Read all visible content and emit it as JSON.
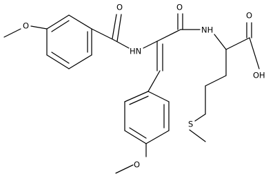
{
  "atom_labels": {
    "methoxy_top_o": "O",
    "amide_carbonyl_o": "O",
    "amide_nh": "HN",
    "peptide_carbonyl_o": "O",
    "peptide_nh": "NH",
    "acid_carbonyl_o": "O",
    "acid_oh": "OH",
    "thioether_s": "S",
    "methoxy_bottom_o": "O"
  }
}
